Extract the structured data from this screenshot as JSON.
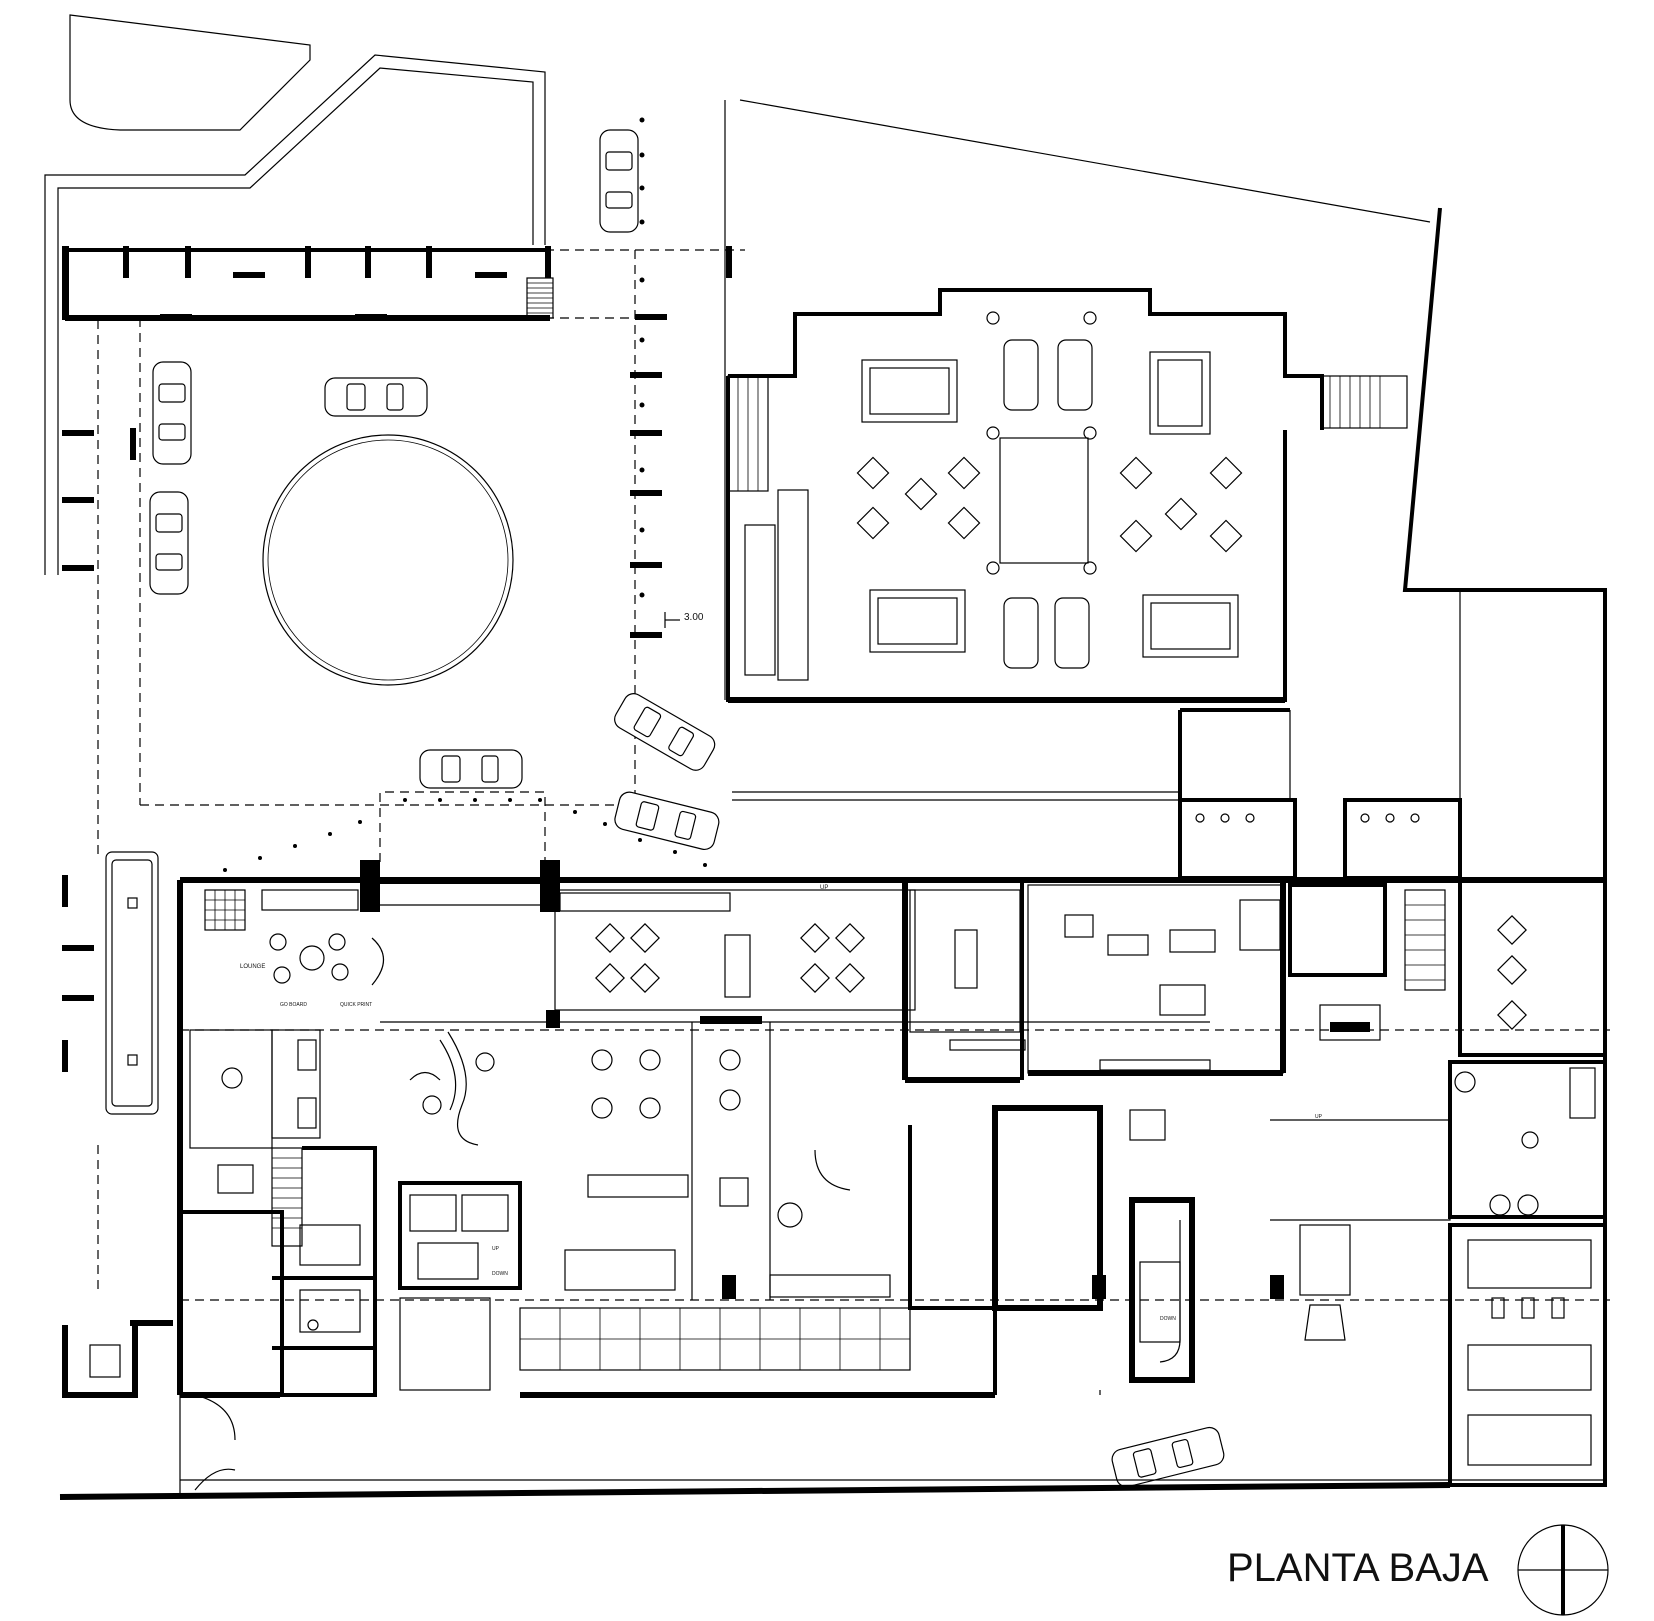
{
  "drawing": {
    "title": "PLANTA BAJA",
    "dimension_label": "3.00",
    "room_labels": {
      "lounge": "LOUNGE",
      "go_board": "GO BOARD",
      "quick_print": "QUICK PRINT",
      "up_1": "UP",
      "up_2": "UP",
      "up_3": "UP",
      "down_1": "DOWN",
      "down_2": "DOWN"
    }
  }
}
